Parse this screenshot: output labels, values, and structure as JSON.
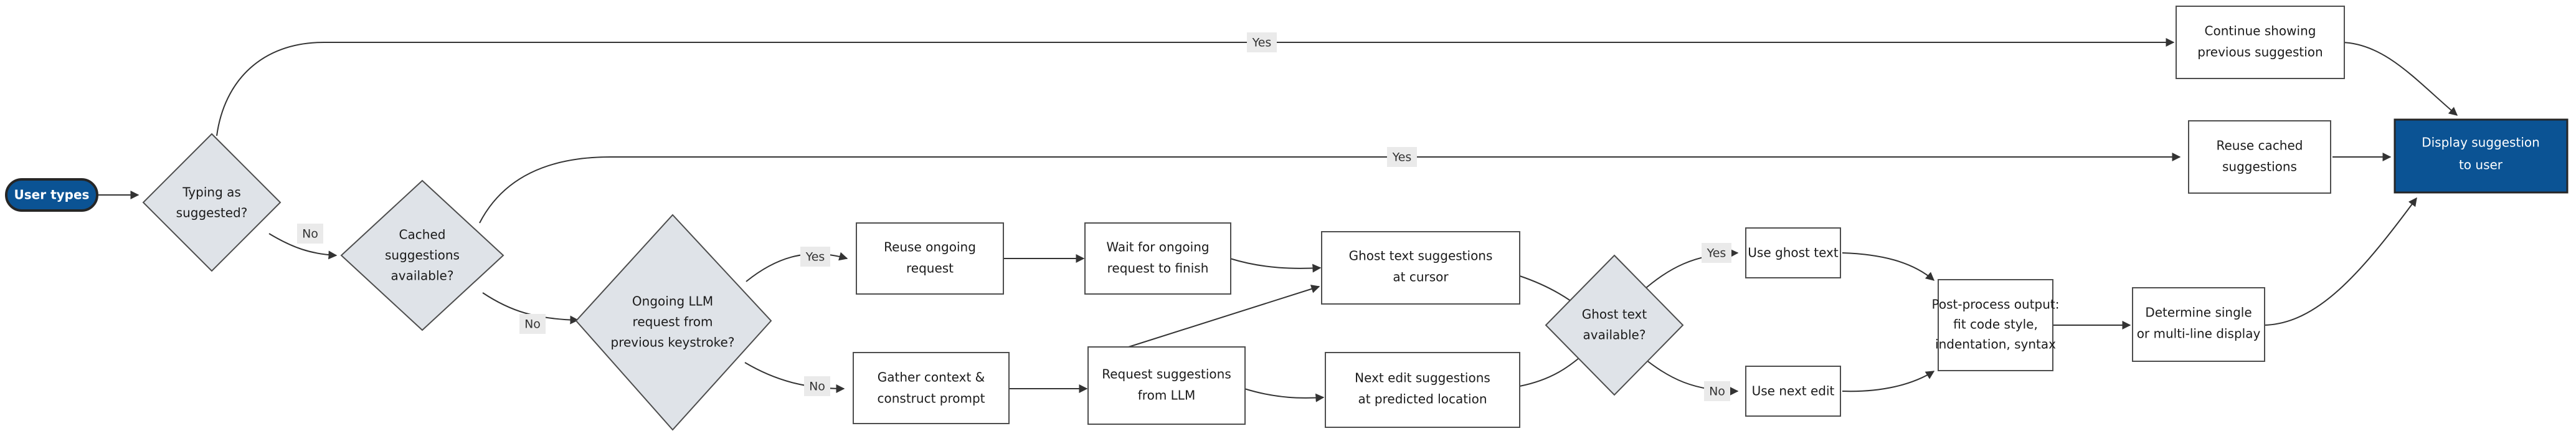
{
  "diagram": {
    "type": "flowchart",
    "orientation": "left-to-right",
    "colors": {
      "terminal_fill": "#0b5394",
      "decision_fill": "#dfe3e8",
      "process_fill": "#ffffff",
      "border": "#4d4d4d",
      "edge": "#333333",
      "edge_label_bg": "#eaeaea",
      "text": "#1a1a1a",
      "terminal_text": "#ffffff"
    },
    "nodes": {
      "user_types": {
        "label": "User types",
        "shape": "rounded-terminal"
      },
      "typing_as_suggested": {
        "line1": "Typing as",
        "line2": "suggested?",
        "shape": "diamond"
      },
      "cached_suggestions_available": {
        "line1": "Cached",
        "line2": "suggestions",
        "line3": "available?",
        "shape": "diamond"
      },
      "ongoing_llm_request": {
        "line1": "Ongoing LLM",
        "line2": "request from",
        "line3": "previous keystroke?",
        "shape": "diamond"
      },
      "continue_showing_previous": {
        "line1": "Continue showing",
        "line2": "previous suggestion",
        "shape": "rect"
      },
      "reuse_cached_suggestions": {
        "line1": "Reuse cached",
        "line2": "suggestions",
        "shape": "rect"
      },
      "reuse_ongoing_request": {
        "line1": "Reuse ongoing",
        "line2": "request",
        "shape": "rect"
      },
      "wait_for_ongoing_request": {
        "line1": "Wait for ongoing",
        "line2": "request to finish",
        "shape": "rect"
      },
      "gather_context": {
        "line1": "Gather context &",
        "line2": "construct prompt",
        "shape": "rect"
      },
      "request_suggestions_llm": {
        "line1": "Request suggestions",
        "line2": "from LLM",
        "shape": "rect"
      },
      "ghost_text_at_cursor": {
        "line1": "Ghost text suggestions",
        "line2": "at cursor",
        "shape": "rect"
      },
      "next_edit_at_predicted": {
        "line1": "Next edit suggestions",
        "line2": "at predicted location",
        "shape": "rect"
      },
      "ghost_text_available": {
        "line1": "Ghost text",
        "line2": "available?",
        "shape": "diamond"
      },
      "use_ghost_text": {
        "line1": "Use ghost text",
        "shape": "rect"
      },
      "use_next_edit": {
        "line1": "Use next edit",
        "shape": "rect"
      },
      "post_process_output": {
        "line1": "Post-process output:",
        "line2": "fit code style,",
        "line3": "indentation, syntax",
        "shape": "rect"
      },
      "determine_display_mode": {
        "line1": "Determine single",
        "line2": "or multi-line display",
        "shape": "rect"
      },
      "display_suggestion": {
        "line1": "Display suggestion",
        "line2": "to user",
        "shape": "rect-terminal"
      }
    },
    "edge_labels": {
      "typing_yes": "Yes",
      "typing_no": "No",
      "cached_yes": "Yes",
      "cached_no": "No",
      "ongoing_yes": "Yes",
      "ongoing_no": "No",
      "ghost_yes": "Yes",
      "ghost_no": "No"
    }
  }
}
